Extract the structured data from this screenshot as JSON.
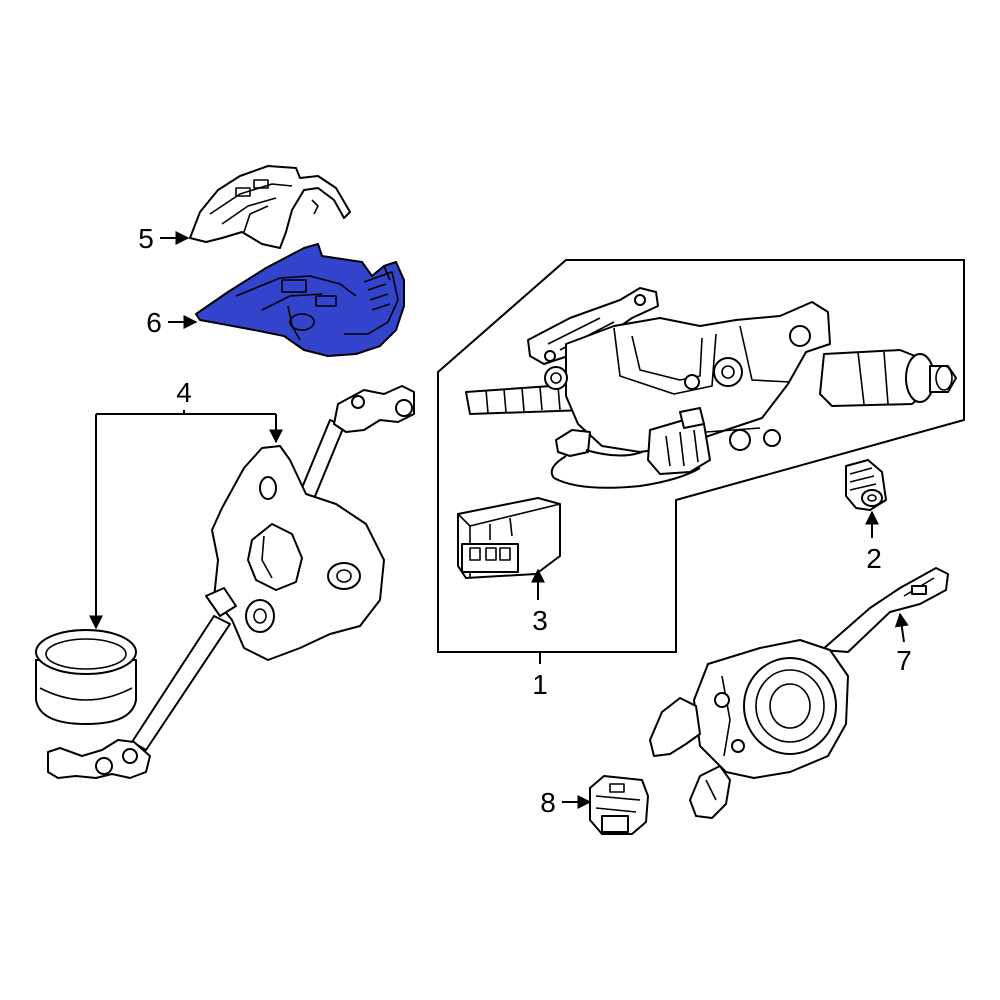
{
  "colors": {
    "highlight": "#3344cc",
    "line": "#000000",
    "background": "#ffffff"
  },
  "callouts": [
    {
      "id": "1",
      "text": "1"
    },
    {
      "id": "2",
      "text": "2"
    },
    {
      "id": "3",
      "text": "3"
    },
    {
      "id": "4",
      "text": "4"
    },
    {
      "id": "5",
      "text": "5"
    },
    {
      "id": "6",
      "text": "6"
    },
    {
      "id": "7",
      "text": "7"
    },
    {
      "id": "8",
      "text": "8"
    }
  ]
}
